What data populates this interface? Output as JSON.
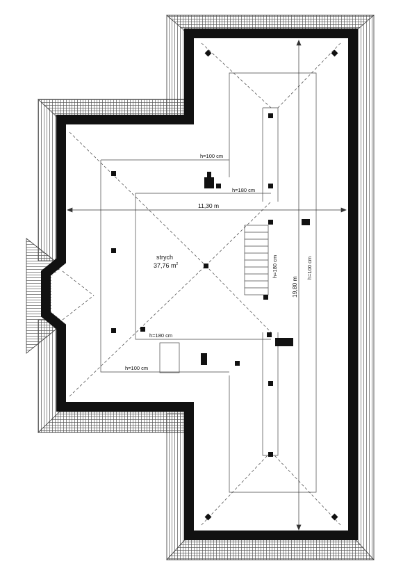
{
  "room": {
    "name": "strych",
    "area": "37,76 m",
    "area_sup": "2"
  },
  "dimensions": {
    "width": "11,30 m",
    "length": "19,80 m"
  },
  "heights": {
    "h100_top": "h=100 cm",
    "h180_top": "h=180 cm",
    "h180_left": "h=180 cm",
    "h100_left": "h=100 cm",
    "h180_ridge": "h=180 cm",
    "h100_right": "h=100 cm"
  },
  "colors": {
    "wall": "#111111",
    "line": "#444444",
    "hatch": "#555555"
  }
}
